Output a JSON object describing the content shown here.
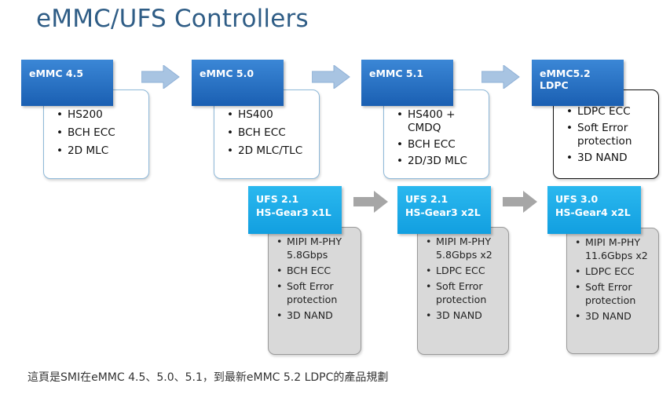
{
  "title": "eMMC/UFS Controllers",
  "emmc": [
    {
      "header": "eMMC 4.5",
      "items": [
        "HS200",
        "BCH ECC",
        "2D MLC"
      ]
    },
    {
      "header": "eMMC 5.0",
      "items": [
        "HS400",
        "BCH ECC",
        "2D MLC/TLC"
      ]
    },
    {
      "header": "eMMC 5.1",
      "items": [
        "HS400 + CMDQ",
        "BCH ECC",
        "2D/3D MLC"
      ]
    },
    {
      "header": "eMMC5.2 LDPC",
      "items": [
        "LDPC ECC",
        "Soft Error protection",
        "3D NAND"
      ]
    }
  ],
  "ufs": [
    {
      "header_line1": "UFS 2.1",
      "header_line2": "HS-Gear3 x1L",
      "items": [
        "MIPI M-PHY 5.8Gbps",
        "BCH ECC",
        "Soft Error protection",
        "3D NAND"
      ]
    },
    {
      "header_line1": "UFS 2.1",
      "header_line2": "HS-Gear3 x2L",
      "items": [
        "MIPI M-PHY 5.8Gbps x2",
        "LDPC ECC",
        "Soft Error protection",
        "3D NAND"
      ]
    },
    {
      "header_line1": "UFS 3.0",
      "header_line2": "HS-Gear4 x2L",
      "items": [
        "MIPI M-PHY 11.6Gbps x2",
        "LDPC ECC",
        "Soft Error protection",
        "3D NAND"
      ]
    }
  ],
  "caption": "這頁是SMI在eMMC 4.5、5.0、5.1，到最新eMMC 5.2 LDPC的產品規劃",
  "colors": {
    "title": "#2f5d86",
    "emmc_header": "#1f67b9",
    "ufs_header": "#19aae8",
    "arrow_blue": "#a8c4e2",
    "arrow_gray": "#a6a6a6",
    "ufs_box": "#d9d9d9"
  }
}
